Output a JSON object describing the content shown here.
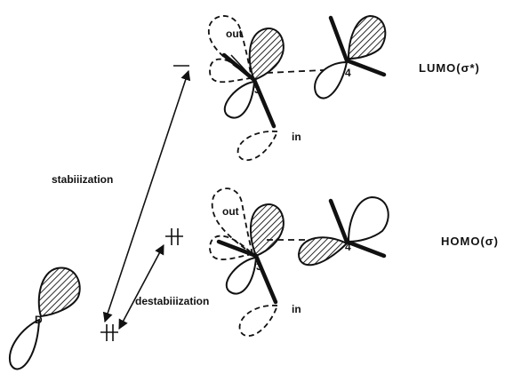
{
  "labels": {
    "lumo": "LUMO(σ*)",
    "homo": "HOMO(σ)",
    "stabilization": "stabiiization",
    "destabilization": "destabiiization",
    "out": "out",
    "in": "in",
    "atom3": "3",
    "atom4": "4",
    "donor": "D"
  }
}
